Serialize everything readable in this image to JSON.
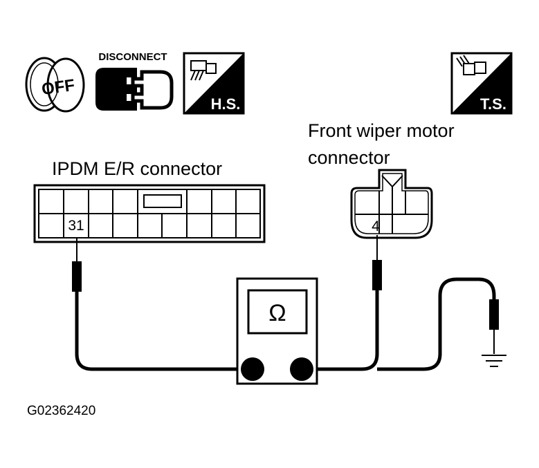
{
  "icons": {
    "ignition_label": "OFF",
    "disconnect_label": "DISCONNECT",
    "harness_side_label": "H.S.",
    "terminal_side_label": "T.S."
  },
  "ipdm": {
    "title": "IPDM E/R connector",
    "pin": "31"
  },
  "wiper": {
    "title_line1": "Front wiper motor",
    "title_line2": "connector",
    "pin": "4"
  },
  "meter": {
    "symbol": "Ω"
  },
  "figure_id": "G02362420"
}
